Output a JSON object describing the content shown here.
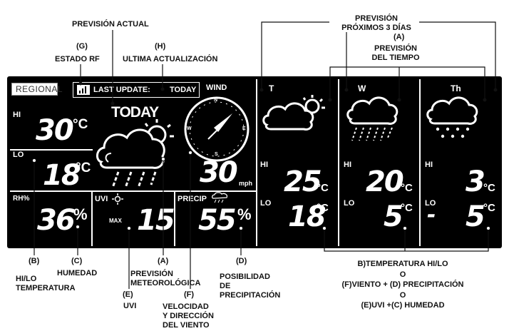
{
  "annotations": {
    "prevision_actual": "PREVISIÓN ACTUAL",
    "g_letter": "(G)",
    "estado_rf": "ESTADO RF",
    "h_letter": "(H)",
    "ultima_actualizacion": "ULTIMA ACTUALIZACIÓN",
    "prevision_proximos_1": "PREVISIÓN",
    "prevision_proximos_2": "PRÓXIMOS 3 DÍAS",
    "a_top_letter": "(A)",
    "prevision_tiempo_1": "PREVISIÓN",
    "prevision_tiempo_2": "DEL TIEMPO",
    "b_letter": "(B)",
    "hilo_1": "HI/LO",
    "hilo_2": "TEMPERATURA",
    "c_letter": "(C)",
    "humedad": "HUMEDAD",
    "a_letter": "(A)",
    "prev_met_1": "PREVISIÓN",
    "prev_met_2": "METEOROLÓGICA",
    "e_letter": "(E)",
    "uvi": "UVI",
    "f_letter": "(F)",
    "vel_1": "VELOCIDAD",
    "vel_2": "Y DIRECCIÓN",
    "vel_3": "DEL VIENTO",
    "d_letter": "(D)",
    "pos_1": "POSIBILIDAD",
    "pos_2": "DE",
    "pos_3": "PRECIPITACIÓN",
    "rt_1": "B)TEMPERATURA HI/LO",
    "rt_2": "O",
    "rt_3": "(F)VIENTO + (D) PRECIPITACIÓN",
    "rt_4": "O",
    "rt_5": "(E)UVI +(C) HUMEDAD"
  },
  "display": {
    "regional": "REGIONAL",
    "last_update": "LAST UPDATE:",
    "last_update_value": "TODAY",
    "today": "TODAY",
    "hi": "HI",
    "lo": "LO",
    "hi_temp": "30",
    "lo_temp": "18",
    "temp_unit": "°C",
    "wind_label": "WIND",
    "compass_n": "N",
    "compass_s": "S",
    "compass_e": "E",
    "compass_w": "W",
    "wind_speed": "30",
    "wind_unit": "mph",
    "rh_label": "RH%",
    "rh_value": "36",
    "pct": "%",
    "uvi_label": "UVI",
    "max_label": "MAX",
    "uvi_value": "15",
    "precip_label": "PRECIP",
    "precip_value": "55"
  },
  "forecast": [
    {
      "day": "T",
      "hi": "25",
      "lo": "18",
      "lo_sign": "",
      "icon": "cloud-sun-icon"
    },
    {
      "day": "W",
      "hi": "20",
      "lo": "5",
      "lo_sign": "",
      "icon": "rain-cloud-icon"
    },
    {
      "day": "Th",
      "hi": "3",
      "lo": "5",
      "lo_sign": "-",
      "icon": "snow-cloud-icon"
    }
  ]
}
